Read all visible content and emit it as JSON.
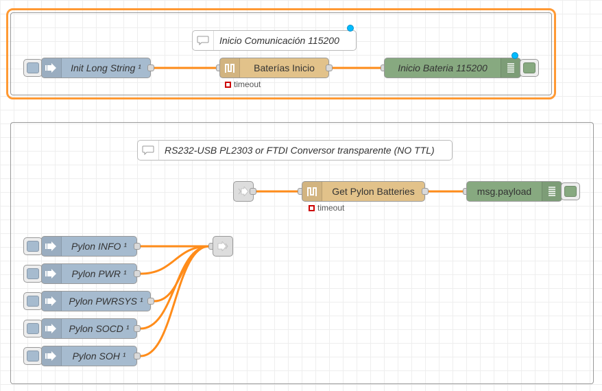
{
  "groups": {
    "init_group": {
      "comment": "Inicio Comunicación 115200"
    },
    "rs232_group": {
      "comment": "RS232-USB PL2303 or FTDI Conversor transparente (NO TTL)"
    }
  },
  "flow1": {
    "inject_label": "Init Long String ¹",
    "delay_label": "Baterías Inicio",
    "delay_status": "timeout",
    "debug_label": "Inicio Bateria 115200"
  },
  "flow2": {
    "delay_label": "Get Pylon Batteries",
    "delay_status": "timeout",
    "debug_label": "msg.payload",
    "injects": [
      {
        "label": "Pylon INFO ¹"
      },
      {
        "label": "Pylon PWR ¹"
      },
      {
        "label": "Pylon PWRSYS ¹"
      },
      {
        "label": "Pylon SOCD ¹"
      },
      {
        "label": "Pylon SOH ¹"
      }
    ]
  },
  "colors": {
    "wire": "#ff8c1a",
    "selection": "#ff9933",
    "inject": "#a6bbcf",
    "delay": "#e2c28a",
    "debug": "#87a980",
    "link": "#dddddd",
    "changed_badge": "#00bcff",
    "status_error": "#cc0000"
  },
  "icons": {
    "inject": "inject-arrow-icon",
    "delay": "delay-timer-icon",
    "debug": "debug-list-icon",
    "comment": "comment-bubble-icon",
    "link_in": "link-in-icon",
    "link_out": "link-out-icon"
  }
}
